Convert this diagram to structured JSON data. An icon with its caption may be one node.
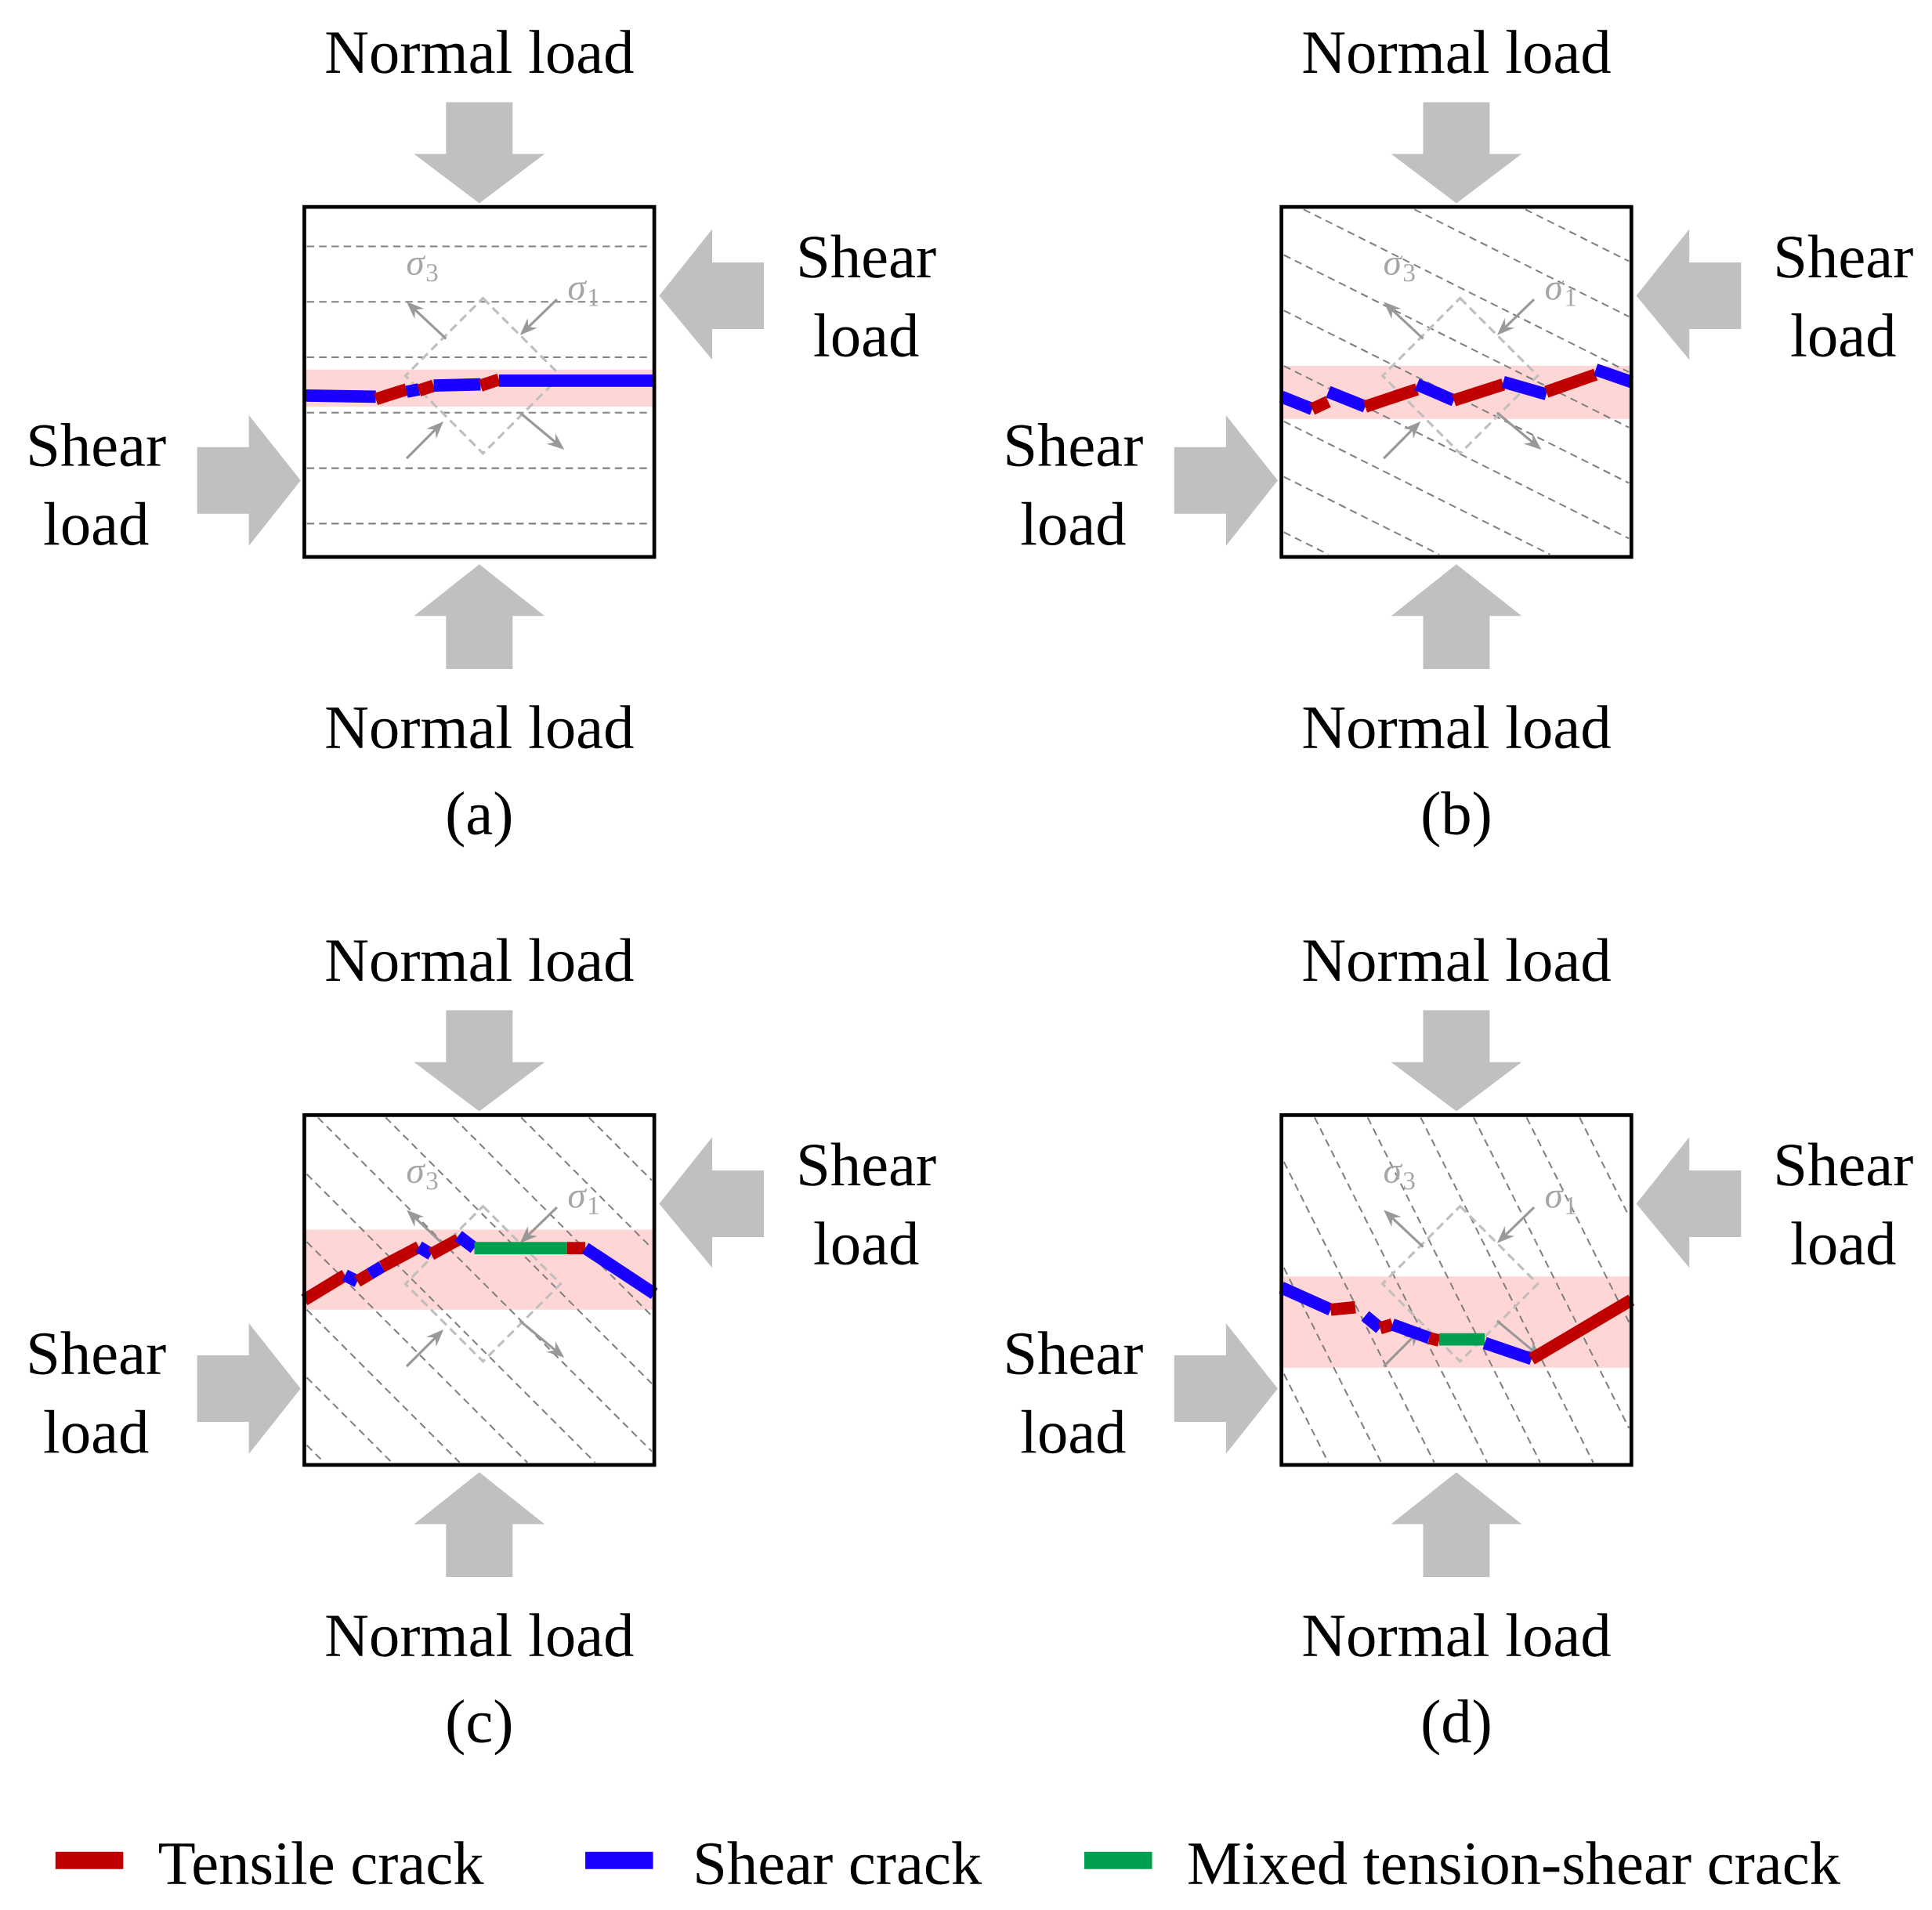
{
  "diagram": {
    "labels": [
      "Normal load",
      "*σ*$_{3}$",
      "*σ*$_{1}$",
      "Shear load",
      "Shear load",
      "Normal load",
      "(a)",
      "Normal load",
      "*σ*$_{3}$",
      "*σ*$_{1}$",
      "Shear load",
      "Shear load",
      "Normal load",
      "(b)",
      "Normal load",
      "*σ*$_{3}$",
      "*σ*$_{1}$",
      "Shear load",
      "Shear load",
      "Normal load",
      "(c)",
      "Normal load",
      "*σ*$_{3}$",
      "*σ*$_{1}$",
      "Shear load",
      "Shear load",
      "Normal load",
      "(d)"
    ],
    "legend": [
      {
        "text": "Tensile crack",
        "color": "#c00000"
      },
      {
        "text": "Shear crack",
        "color": "#1a00ff"
      },
      {
        "text": "Mixed tension-shear crack",
        "color": "#00a050"
      }
    ]
  }
}
